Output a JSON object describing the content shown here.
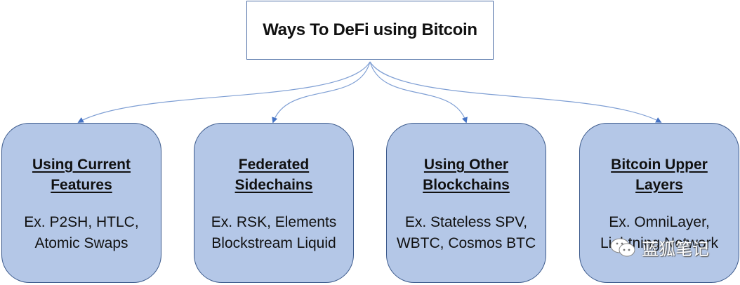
{
  "diagram": {
    "root": {
      "title": "Ways To DeFi using Bitcoin"
    },
    "nodes": [
      {
        "title_lines": [
          "Using Current",
          "Features"
        ],
        "example_lines": [
          "Ex. P2SH, HTLC,",
          "Atomic Swaps"
        ]
      },
      {
        "title_lines": [
          "Federated",
          "Sidechains"
        ],
        "example_lines": [
          "Ex. RSK, Elements",
          "Blockstream Liquid"
        ]
      },
      {
        "title_lines": [
          "Using Other",
          "Blockchains"
        ],
        "example_lines": [
          "Ex. Stateless SPV,",
          "WBTC, Cosmos BTC"
        ]
      },
      {
        "title_lines": [
          "Bitcoin Upper",
          "Layers"
        ],
        "example_lines": [
          "Ex. OmniLayer,",
          "Lightning Network"
        ]
      }
    ],
    "colors": {
      "node_fill": "#b4c7e7",
      "node_border": "#3c5a8c",
      "connector": "#7f9fd4",
      "arrowhead": "#4472c4"
    }
  },
  "watermark": {
    "icon": "wechat-icon",
    "text": "蓝狐笔记"
  }
}
